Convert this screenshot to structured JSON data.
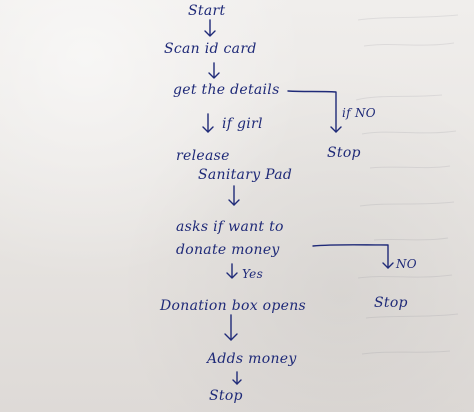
{
  "ink_color": "#1f2a78",
  "paper_color": "#e8e5e2",
  "flowchart": {
    "nodes": {
      "start": "Start",
      "scan": "Scan id card",
      "details": "get the details",
      "condition": "if girl",
      "release_line1": "release",
      "release_line2": "Sanitary Pad",
      "ask_line1": "asks if want to",
      "ask_line2": "donate money",
      "yes": "Yes",
      "donation": "Donation box opens",
      "adds": "Adds money",
      "final_stop": "Stop"
    },
    "branch_1": {
      "condition": "if NO",
      "stop": "Stop"
    },
    "branch_2": {
      "condition": "NO",
      "stop": "Stop"
    }
  }
}
